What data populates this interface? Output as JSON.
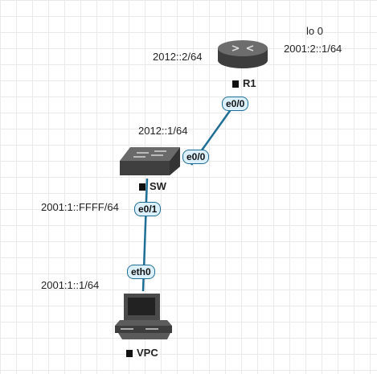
{
  "nodes": {
    "r1": {
      "name": "R1"
    },
    "sw": {
      "name": "SW"
    },
    "vpc": {
      "name": "VPC"
    }
  },
  "ports": {
    "r1_e00": "e0/0",
    "sw_e00": "e0/0",
    "sw_e01": "e0/1",
    "vpc_eth0": "eth0"
  },
  "addresses": {
    "r1_link": "2012::2/64",
    "r1_loopback_name": "lo 0",
    "r1_loopback_ip": "2001:2::1/64",
    "sw_link": "2012::1/64",
    "sw_access": "2001:1::FFFF/64",
    "vpc_ip": "2001:1::1/64"
  },
  "colors": {
    "link": "#1f6e95",
    "port_bg": "#dcf0fb",
    "device_dark": "#4a4a4a",
    "grid": "#e9e9e9"
  },
  "icons": [
    "router-icon",
    "switch-icon",
    "pc-icon"
  ]
}
